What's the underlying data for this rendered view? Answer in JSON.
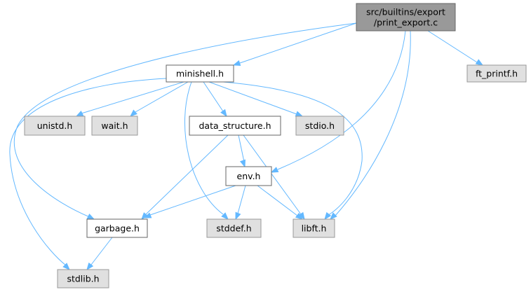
{
  "colors": {
    "edge": "#63b8ff",
    "focus_fill": "#999999",
    "focus_border": "#666666",
    "documented_fill": "#ffffff",
    "documented_border": "#666666",
    "external_fill": "#e0e0e0",
    "external_border": "#999999",
    "text": "#000000"
  },
  "nodes": {
    "print_export_c": {
      "lines": [
        "src/builtins/export",
        "/print_export.c"
      ],
      "style": "focus"
    },
    "minishell_h": {
      "lines": [
        "minishell.h"
      ],
      "style": "documented"
    },
    "ft_printf_h": {
      "lines": [
        "ft_printf.h"
      ],
      "style": "external"
    },
    "unistd_h": {
      "lines": [
        "unistd.h"
      ],
      "style": "external"
    },
    "wait_h": {
      "lines": [
        "wait.h"
      ],
      "style": "external"
    },
    "data_structure_h": {
      "lines": [
        "data_structure.h"
      ],
      "style": "documented"
    },
    "stdio_h": {
      "lines": [
        "stdio.h"
      ],
      "style": "external"
    },
    "env_h": {
      "lines": [
        "env.h"
      ],
      "style": "documented"
    },
    "garbage_h": {
      "lines": [
        "garbage.h"
      ],
      "style": "documented"
    },
    "stddef_h": {
      "lines": [
        "stddef.h"
      ],
      "style": "external"
    },
    "libft_h": {
      "lines": [
        "libft.h"
      ],
      "style": "external"
    },
    "stdlib_h": {
      "lines": [
        "stdlib.h"
      ],
      "style": "external"
    }
  },
  "edges": [
    [
      "print_export_c",
      "minishell_h"
    ],
    [
      "print_export_c",
      "ft_printf_h"
    ],
    [
      "print_export_c",
      "garbage_h"
    ],
    [
      "print_export_c",
      "env_h"
    ],
    [
      "print_export_c",
      "libft_h"
    ],
    [
      "minishell_h",
      "unistd_h"
    ],
    [
      "minishell_h",
      "wait_h"
    ],
    [
      "minishell_h",
      "data_structure_h"
    ],
    [
      "minishell_h",
      "stdio_h"
    ],
    [
      "minishell_h",
      "stddef_h"
    ],
    [
      "minishell_h",
      "libft_h"
    ],
    [
      "minishell_h",
      "stdlib_h"
    ],
    [
      "data_structure_h",
      "env_h"
    ],
    [
      "data_structure_h",
      "garbage_h"
    ],
    [
      "data_structure_h",
      "libft_h"
    ],
    [
      "env_h",
      "garbage_h"
    ],
    [
      "env_h",
      "stddef_h"
    ],
    [
      "env_h",
      "libft_h"
    ],
    [
      "garbage_h",
      "stdlib_h"
    ]
  ]
}
